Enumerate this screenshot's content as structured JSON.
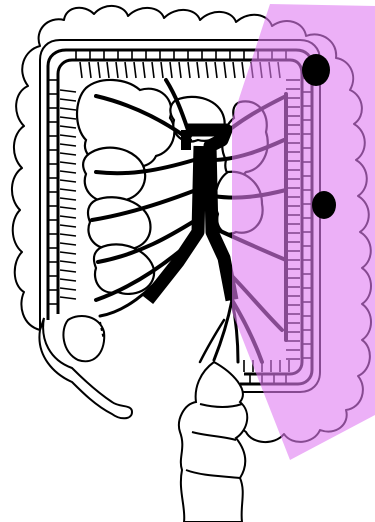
{
  "diagram": {
    "subject": "colon-vasculature-illustration",
    "colors": {
      "outline": "#000000",
      "fill": "#ffffff",
      "vessel": "#000000",
      "highlight": "#e07cf2"
    },
    "highlight_opacity": 0.6,
    "node_count": 2
  }
}
